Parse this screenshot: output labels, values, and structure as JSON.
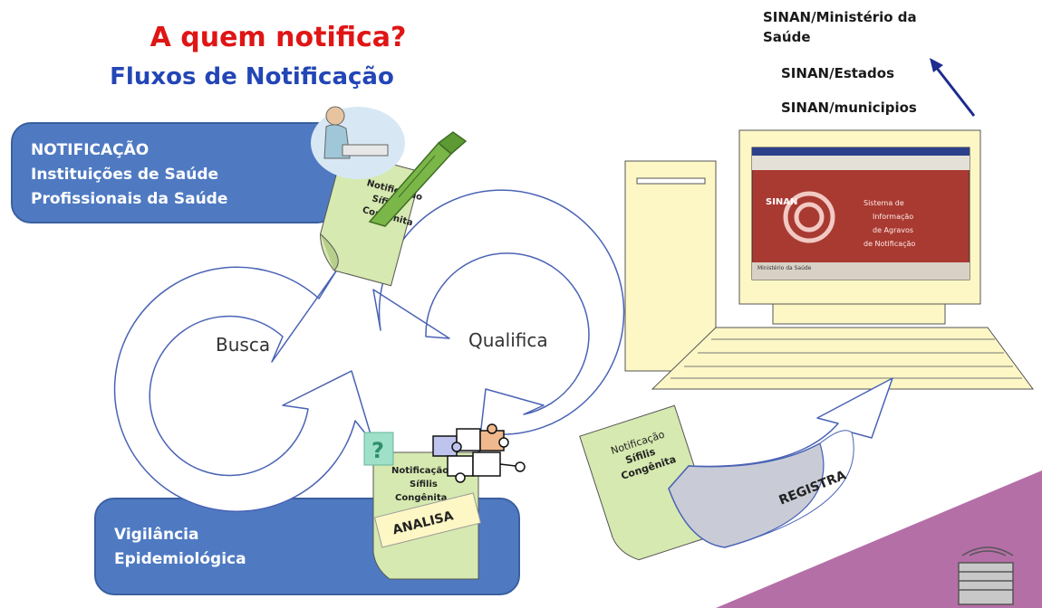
{
  "title": "A quem notifica?",
  "subtitle": "Fluxos de Notificação",
  "sinan_levels": [
    "SINAN/Ministério da Saúde",
    "SINAN/Estados",
    "SINAN/municipios"
  ],
  "notification_box": {
    "heading": "NOTIFICAÇÃO",
    "line1": "Instituições de Saúde",
    "line2": "Profissionais da Saúde"
  },
  "vigilance_box": {
    "line1": "Vigilância",
    "line2": "Epidemiológica"
  },
  "cycle": {
    "left_label": "Busca",
    "right_label": "Qualifica"
  },
  "document_top": [
    "Notificação",
    "Sífilis",
    "Congênita"
  ],
  "document_bottom": [
    "Notificação",
    "Sífilis",
    "Congênita"
  ],
  "document_right": [
    "Notificação",
    "Sífilis",
    "Congênita"
  ],
  "question_mark": "?",
  "analisa_label": "ANALISA",
  "registra_label": "REGISTRA",
  "screen": {
    "logo": "SINAN",
    "lines": [
      "Sistema de",
      "Informação",
      "de Agravos",
      "de Notificação"
    ],
    "footer": "Ministério da Saúde"
  },
  "colors": {
    "title_red": "#e01515",
    "title_blue": "#2346b6",
    "box_blue": "#4f7ac2",
    "doc_green": "#d6e9b0",
    "monitor_cream": "#fdf7c6",
    "screen_red": "#a83a32",
    "corner_purple": "#b56fa7"
  }
}
